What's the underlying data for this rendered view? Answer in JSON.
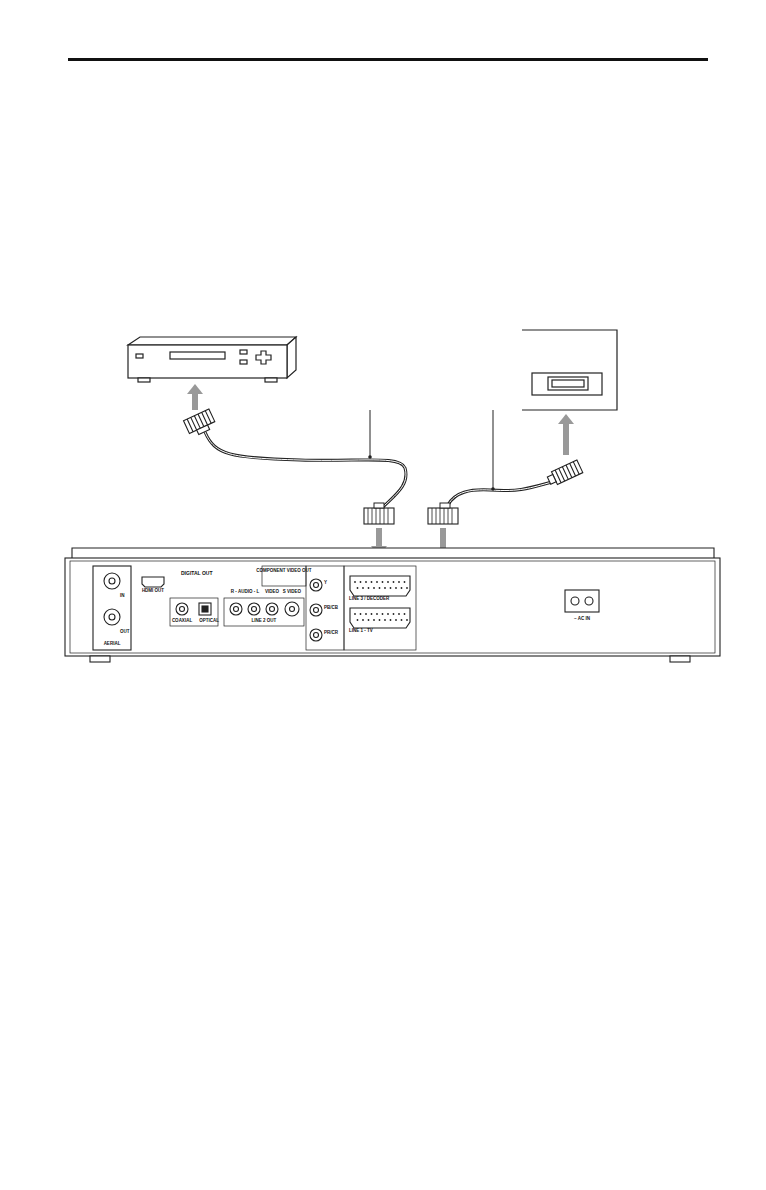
{
  "diagram": {
    "labels": [
      "IN",
      "OUT",
      "AERIAL",
      "HDMI OUT",
      "DIGITAL OUT",
      "COAXIAL",
      "OPTICAL",
      "R - AUDIO - L",
      "VIDEO",
      "S VIDEO",
      "LINE 2 OUT",
      "COMPONENT VIDEO OUT",
      "Y",
      "PB/CB",
      "PR/CR",
      "LINE 3 / DECODER",
      "LINE 1 - TV",
      "~ AC IN"
    ]
  }
}
